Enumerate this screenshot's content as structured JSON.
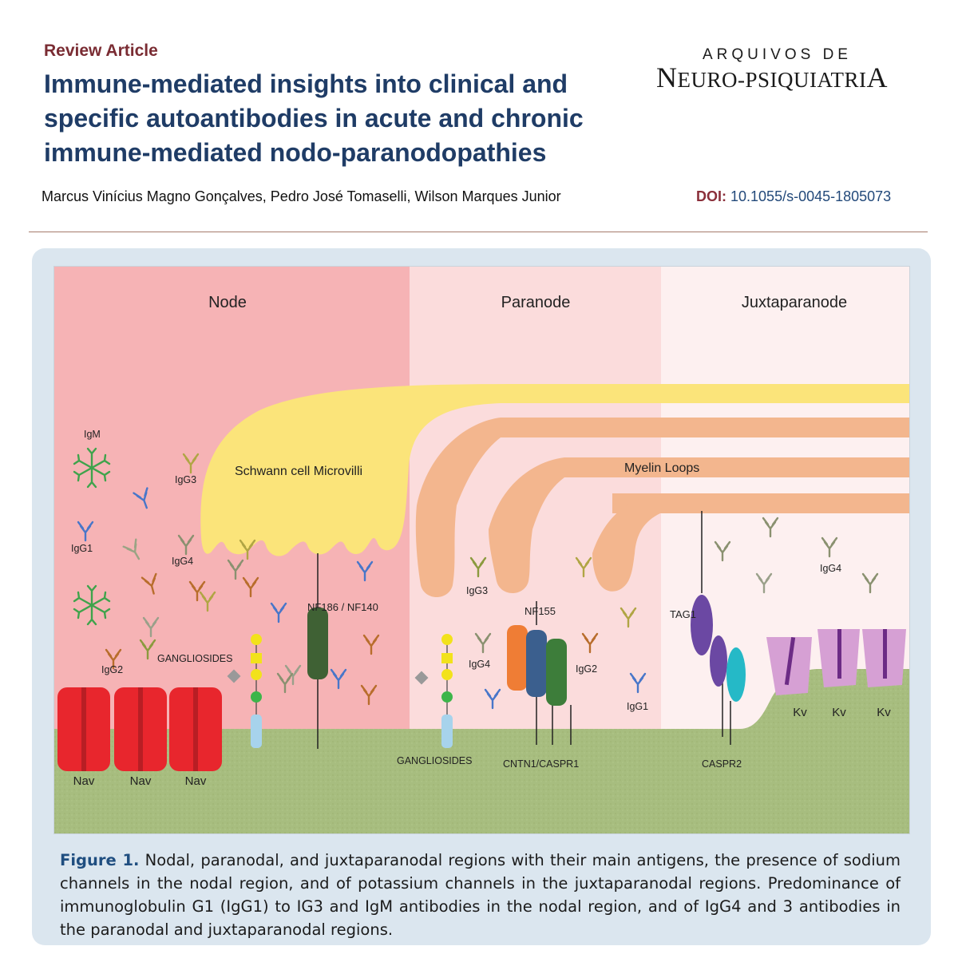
{
  "header": {
    "kicker": "Review Article",
    "title": "Immune-mediated insights into clinical and specific autoantibodies in acute and chronic immune-mediated nodo-paranodopathies",
    "authors": "Marcus Vinícius Magno Gonçalves, Pedro José Tomaselli, Wilson Marques Junior",
    "doi_label": "DOI:",
    "doi_value": "10.1055/s-0045-1805073"
  },
  "journal": {
    "line1": "ARQUIVOS DE",
    "line2_first": "N",
    "line2_mid": "EURO-PSIQUIATRI",
    "line2_last": "A"
  },
  "figure": {
    "regions": {
      "node": "Node",
      "paranode": "Paranode",
      "juxtaparanode": "Juxtaparanode"
    },
    "labels": {
      "microvilli": "Schwann cell Microvilli",
      "myelin": "Myelin Loops",
      "nf186": "NF186 / NF140",
      "nf155": "NF155",
      "tag1": "TAG1",
      "gangliosides": "GANGLIOSIDES",
      "cntn1": "CNTN1/CASPR1",
      "caspr2": "CASPR2",
      "nav": "Nav",
      "kv": "Kv",
      "igm": "IgM",
      "igg1": "IgG1",
      "igg2": "IgG2",
      "igg3": "IgG3",
      "igg4": "IgG4"
    },
    "colors": {
      "node_bg": "#f6b3b5",
      "paranode_bg": "#fbdcdc",
      "juxta_bg": "#fdf0f0",
      "axon": "#a7bd7f",
      "microvilli": "#fbe47a",
      "myelin": "#f3b68e",
      "nav": "#e8262d",
      "kv": "#d6a0d4"
    }
  },
  "caption": {
    "label": "Figure 1.",
    "text": "Nodal, paranodal, and juxtaparanodal regions with their main antigens, the presence of sodium channels in the nodal region, and of potassium channels in the juxtaparanodal regions. Predominance of immunoglobulin G1 (IgG1) to IG3 and IgM antibodies in the nodal region, and of IgG4 and 3 antibodies in the paranodal and juxtaparanodal regions."
  }
}
